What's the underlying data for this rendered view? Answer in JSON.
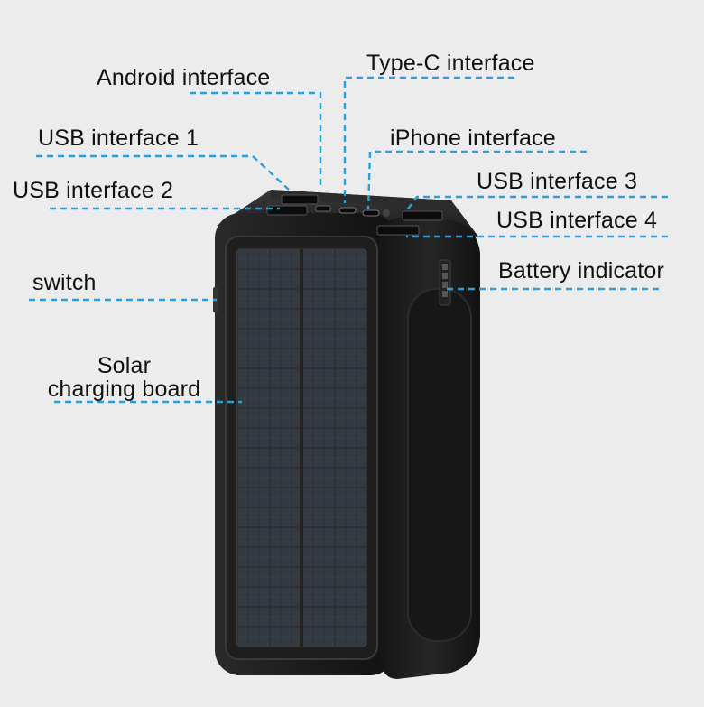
{
  "labels": {
    "android": "Android interface",
    "type_c": "Type-C interface",
    "usb1": "USB interface 1",
    "iphone": "iPhone interface",
    "usb2": "USB interface 2",
    "usb3": "USB interface 3",
    "usb4": "USB interface 4",
    "switch": "switch",
    "battery": "Battery indicator",
    "solar_line1": "Solar",
    "solar_line2": "charging board"
  },
  "colors": {
    "leader_line": "#2a9fd8",
    "background": "#ececec",
    "body": "#1b1b1b",
    "solar_cell": "#2a3036"
  }
}
